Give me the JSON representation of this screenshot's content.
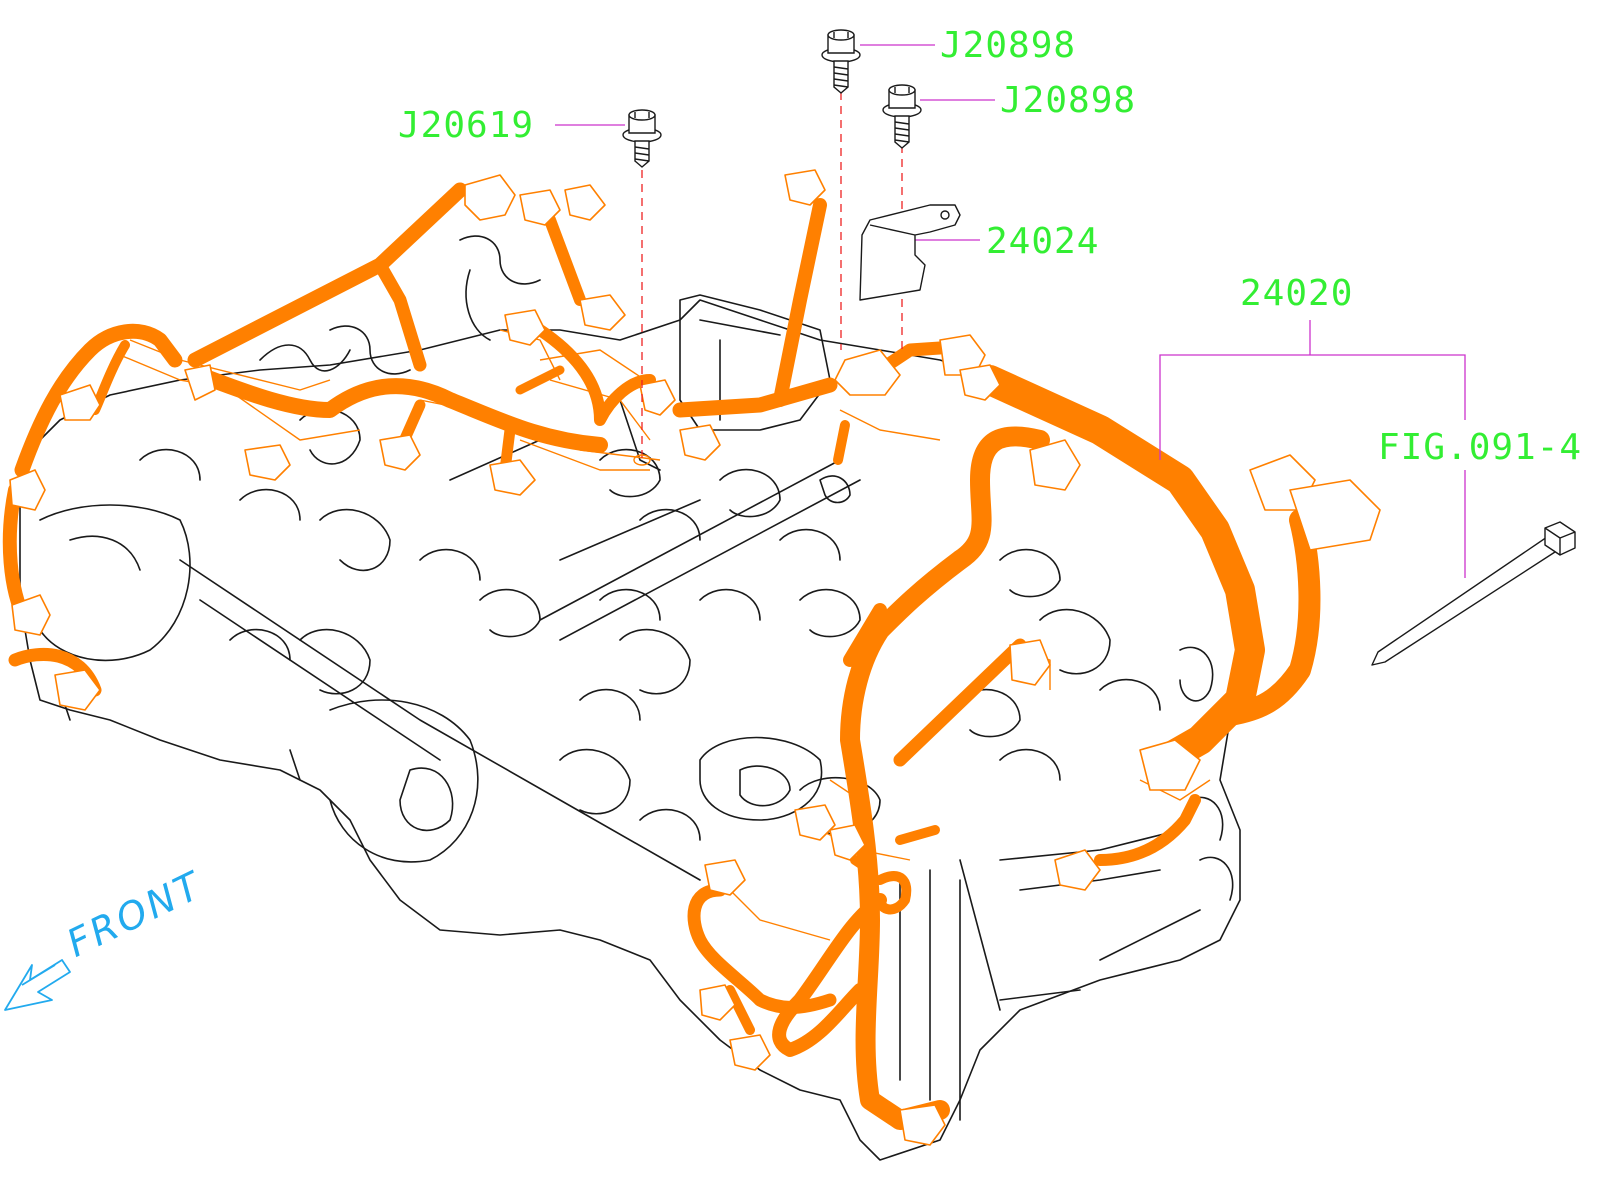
{
  "colors": {
    "callout_text": "#33ee33",
    "leader_line": "#cc33cc",
    "harness": "#ff8000",
    "connector": "#ff8000",
    "engine_outline": "#1a1a1a",
    "dashed_guide": "#ee2222",
    "front_indicator": "#22aaee"
  },
  "callouts": {
    "bolt_top": "J20898",
    "bolt_right": "J20898",
    "bolt_left": "J20619",
    "bracket": "24024",
    "harness": "24020",
    "clip_ref": "FIG.091-4"
  },
  "icons": {
    "bolt": "flange-bolt-icon",
    "bracket": "harness-bracket-icon",
    "tie": "cable-tie-icon",
    "front": "front-arrow-icon"
  },
  "front_indicator": {
    "label": "FRONT"
  }
}
